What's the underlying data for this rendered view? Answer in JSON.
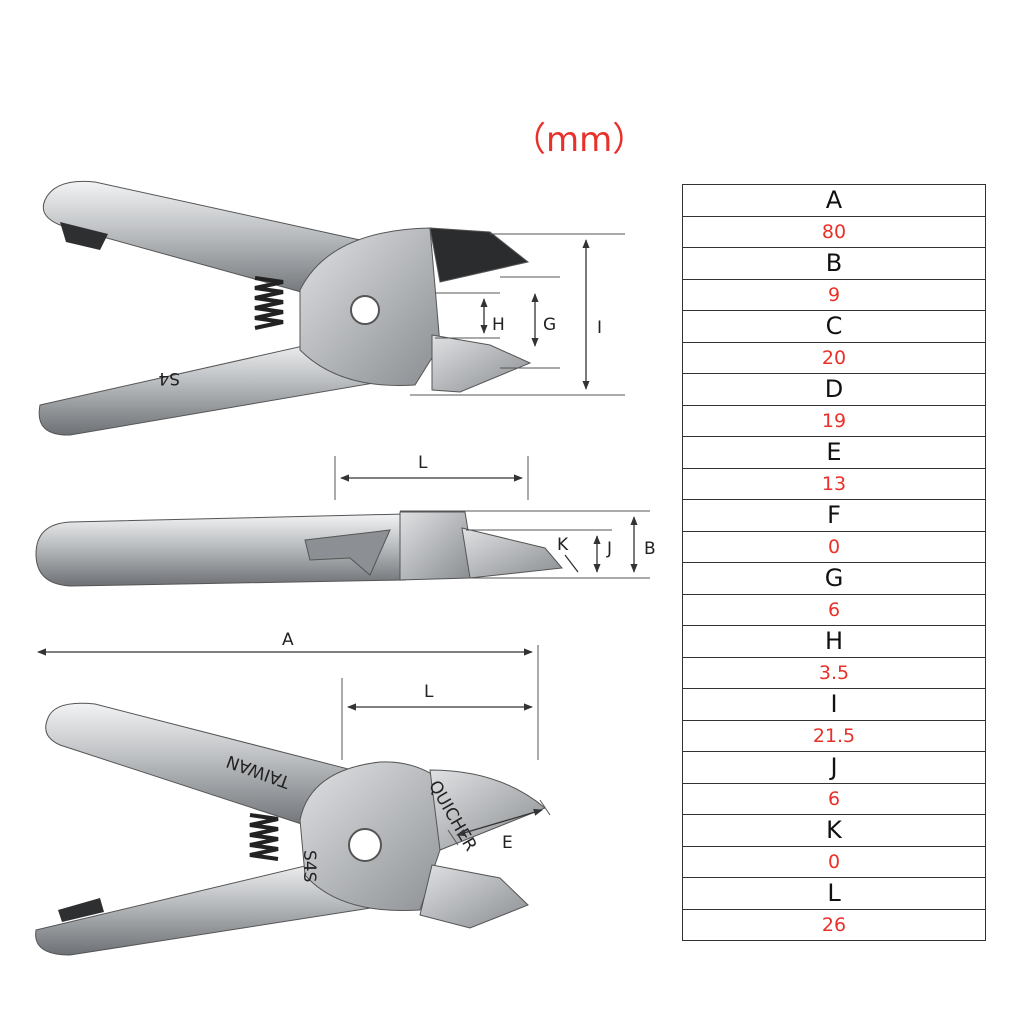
{
  "unit_label": "（mm）",
  "table": {
    "rows": [
      {
        "key": "A",
        "value": "80"
      },
      {
        "key": "B",
        "value": "9"
      },
      {
        "key": "C",
        "value": "20"
      },
      {
        "key": "D",
        "value": "19"
      },
      {
        "key": "E",
        "value": "13"
      },
      {
        "key": "F",
        "value": "0"
      },
      {
        "key": "G",
        "value": "6"
      },
      {
        "key": "H",
        "value": "3.5"
      },
      {
        "key": "I",
        "value": "21.5"
      },
      {
        "key": "J",
        "value": "6"
      },
      {
        "key": "K",
        "value": "0"
      },
      {
        "key": "L",
        "value": "26"
      }
    ]
  },
  "diagram": {
    "labels": {
      "A": "A",
      "B": "B",
      "E": "E",
      "G": "G",
      "H": "H",
      "I": "I",
      "J": "J",
      "K": "K",
      "L_side": "L",
      "L_bottom": "L"
    },
    "engravings": {
      "top_handle": "S4",
      "bottom_handle": "TAIWAN",
      "bottom_model": "S4S",
      "bottom_brand": "QUICHER"
    }
  }
}
